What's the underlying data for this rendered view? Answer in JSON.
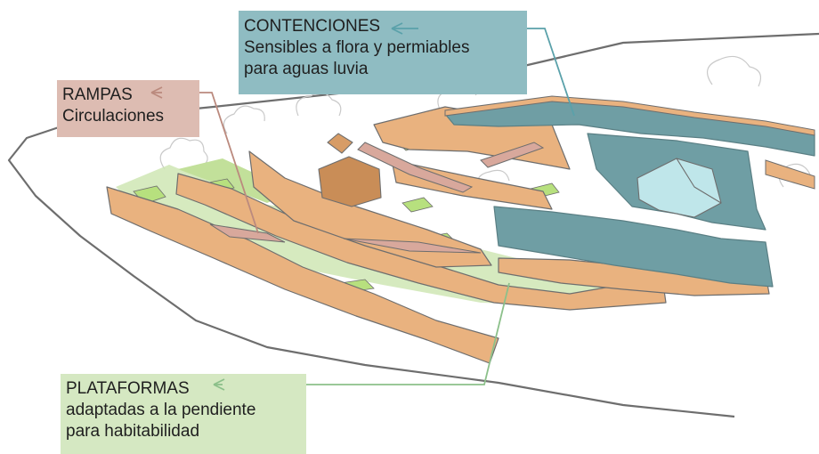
{
  "colors": {
    "background": "#ffffff",
    "outline": "#6e6e6e",
    "wall": "#e9b27f",
    "wall_dark": "#d79c66",
    "platform": "#cfe6b4",
    "platform_bright": "#b7e07e",
    "contencion": "#6f9ea4",
    "contencion_label_bg": "#8fbcc2",
    "rampa": "#d8a89c",
    "rampa_label_bg": "#ddbcb2",
    "plataforma_label_bg": "#d5e8c2",
    "building_blue": "#bfe6ea",
    "building_brown": "#c98d57",
    "contencion_arrow": "#5aa1aa",
    "rampa_arrow": "#bb8a7e",
    "plataforma_arrow": "#8cc08a"
  },
  "annotations": {
    "contenciones": {
      "title": "CONTENCIONES",
      "line1": "Sensibles a flora y permiables",
      "line2": "para aguas luvia"
    },
    "rampas": {
      "title": "RAMPAS",
      "line1": "Circulaciones"
    },
    "plataformas": {
      "title": "PLATAFORMAS",
      "line1": "adaptadas a la pendiente",
      "line2": "para habitabilidad"
    }
  }
}
